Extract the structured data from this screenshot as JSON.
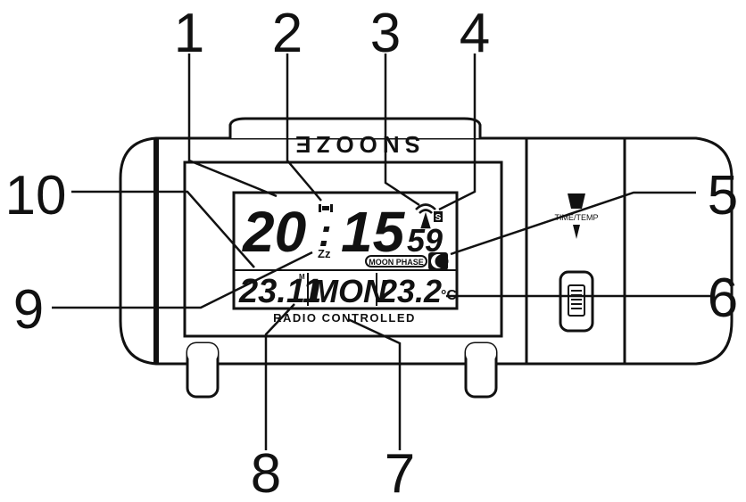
{
  "device": {
    "snooze_label": "SNOOZE",
    "time_temp_label": "TIME/TEMP",
    "lcd": {
      "hours": "20",
      "colon": ":",
      "minutes": "15",
      "seconds": "59",
      "seconds_indicator": "S",
      "snooze_indicator": "Zz",
      "moon_phase_label": "MOON PHASE",
      "date": "23.11",
      "month_marker": "M",
      "weekday": "MON",
      "temperature": "23.2",
      "temperature_unit": "°C",
      "radio_controlled_label": "RADIO CONTROLLED"
    }
  },
  "callouts": [
    "1",
    "2",
    "3",
    "4",
    "5",
    "6",
    "7",
    "8",
    "9",
    "10"
  ]
}
